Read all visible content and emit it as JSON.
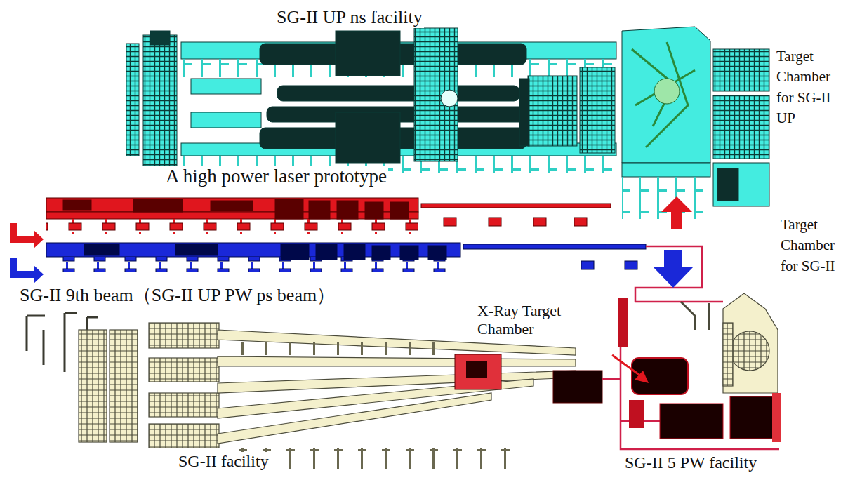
{
  "diagram": {
    "labels": [
      "SG-II UP ns facility",
      "Target Chamber for SG-II UP",
      "A high power laser prototype",
      "Target Chamber for SG-II",
      "SG-II 9th beam（SG-II UP PW ps beam）",
      "X-Ray Target Chamber",
      "SG-II 5 PW facility",
      "SG-II facility"
    ]
  }
}
